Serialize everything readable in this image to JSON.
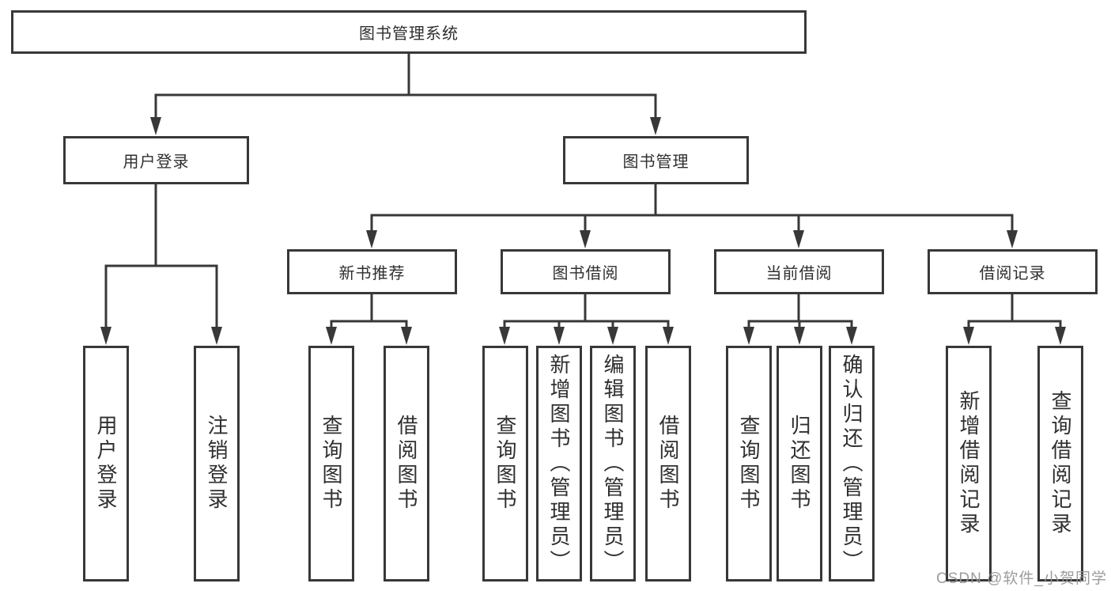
{
  "diagram": {
    "nodes": {
      "root": "图书管理系统",
      "l2_user_login": "用户登录",
      "l2_book_mgmt": "图书管理",
      "l3_new_books": "新书推荐",
      "l3_book_borrow": "图书借阅",
      "l3_current_borrow": "当前借阅",
      "l3_borrow_records": "借阅记录",
      "leaf_user_login": "用户登录",
      "leaf_logout": "注销登录",
      "leaf_nb_query_books": "查询图书",
      "leaf_nb_borrow_books": "借阅图书",
      "leaf_bb_query_books": "查询图书",
      "leaf_bb_add_books_admin": "新增图书（管理员）",
      "leaf_bb_edit_books_admin": "编辑图书（管理员）",
      "leaf_bb_borrow_books": "借阅图书",
      "leaf_cb_query_books": "查询图书",
      "leaf_cb_return_books": "归还图书",
      "leaf_cb_confirm_return_admin": "确认归还（管理员）",
      "leaf_br_add_record": "新增借阅记录",
      "leaf_br_query_record": "查询借阅记录"
    },
    "colors": {
      "line": "#383838",
      "text": "#2f2f2f",
      "box_fill": "#ffffff",
      "watermark": "#949494"
    },
    "watermark": "CSDN @软件_小贺同学"
  }
}
